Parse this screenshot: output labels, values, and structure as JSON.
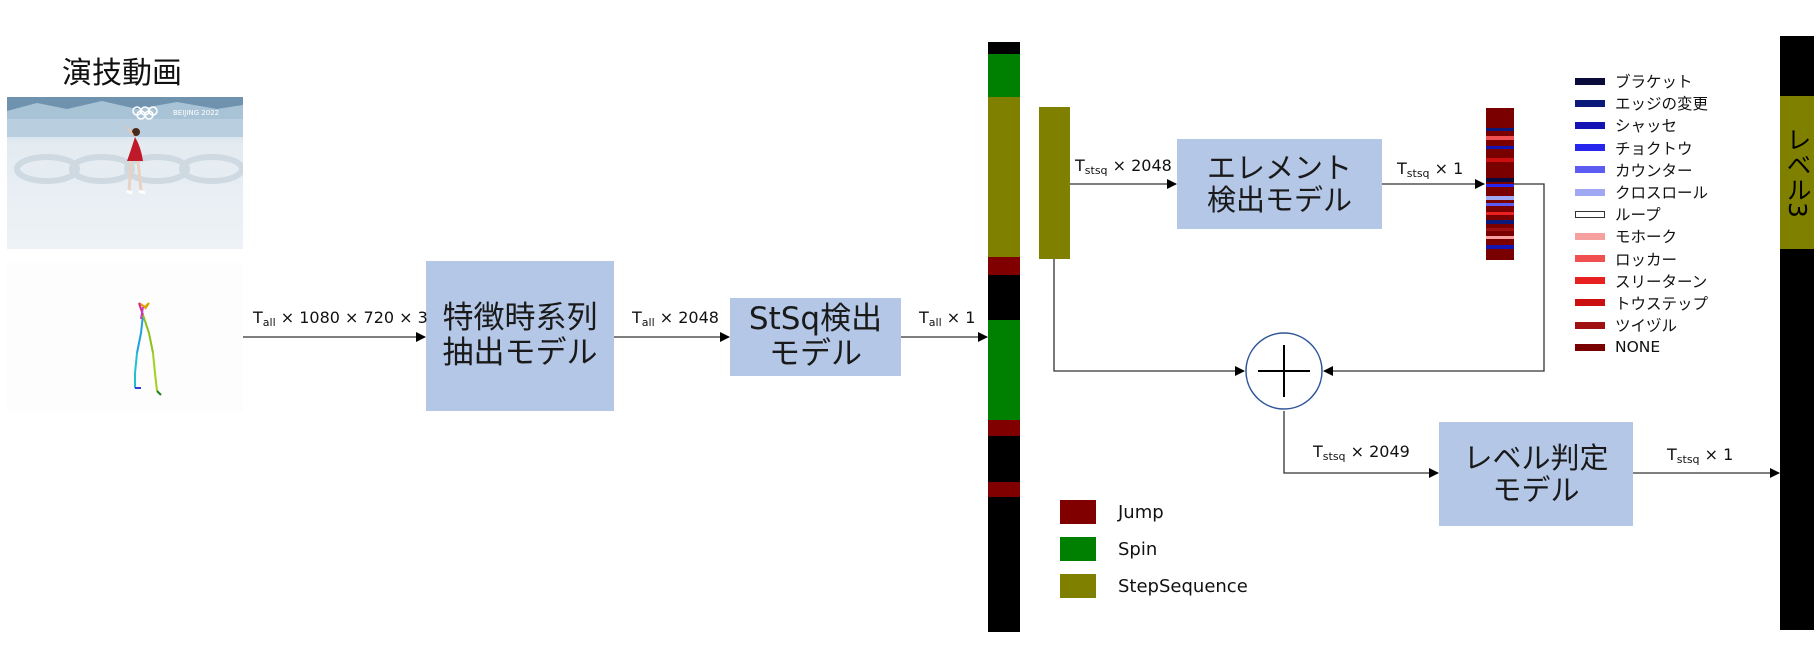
{
  "input": {
    "title": "演技動画",
    "photo_banner": "BEIJING 2022"
  },
  "models": {
    "feature_extraction": [
      "特徴時系列",
      "抽出モデル"
    ],
    "stsq_detection": [
      "StSq検出",
      "モデル"
    ],
    "element_detection": [
      "エレメント",
      "検出モデル"
    ],
    "level_judgement": [
      "レベル判定",
      "モデル"
    ]
  },
  "edge_labels": {
    "video_to_feature": {
      "base": "T",
      "sub": "all",
      "rest": " × 1080 × 720 × 3"
    },
    "feature_to_stsq": {
      "base": "T",
      "sub": "all",
      "rest": " × 2048"
    },
    "stsq_to_bar": {
      "base": "T",
      "sub": "all",
      "rest": " × 1"
    },
    "stsq_to_element": {
      "base": "T",
      "sub": "stsq",
      "rest": " × 2048"
    },
    "element_out": {
      "base": "T",
      "sub": "stsq",
      "rest": " × 1"
    },
    "concat_to_level": {
      "base": "T",
      "sub": "stsq",
      "rest": " × 2049"
    },
    "level_out": {
      "base": "T",
      "sub": "stsq",
      "rest": " × 1"
    }
  },
  "sequence_legend": [
    {
      "label": "Jump",
      "color": "#800000"
    },
    {
      "label": "Spin",
      "color": "#008000"
    },
    {
      "label": "StepSequence",
      "color": "#808000"
    }
  ],
  "element_legend": [
    {
      "label": "ブラケット",
      "color": "#0b0b3b"
    },
    {
      "label": "エッジの変更",
      "color": "#0b1a7a"
    },
    {
      "label": "シャッセ",
      "color": "#1414b4"
    },
    {
      "label": "チョクトウ",
      "color": "#2626ee"
    },
    {
      "label": "カウンター",
      "color": "#5c5cf2"
    },
    {
      "label": "クロスロール",
      "color": "#a0a8f4"
    },
    {
      "label": "ループ",
      "color": "#ffffff"
    },
    {
      "label": "モホーク",
      "color": "#f6a0a0"
    },
    {
      "label": "ロッカー",
      "color": "#f05050"
    },
    {
      "label": "スリーターン",
      "color": "#e82020"
    },
    {
      "label": "トウステップ",
      "color": "#cc1010"
    },
    {
      "label": "ツイヅル",
      "color": "#a01010"
    },
    {
      "label": "NONE",
      "color": "#7a0000"
    }
  ],
  "level_output": "レベル3",
  "colors": {
    "model_box": "#b4c7e7",
    "jump": "#800000",
    "spin": "#008000",
    "step_sequence": "#808000",
    "background_segment": "#000000"
  }
}
